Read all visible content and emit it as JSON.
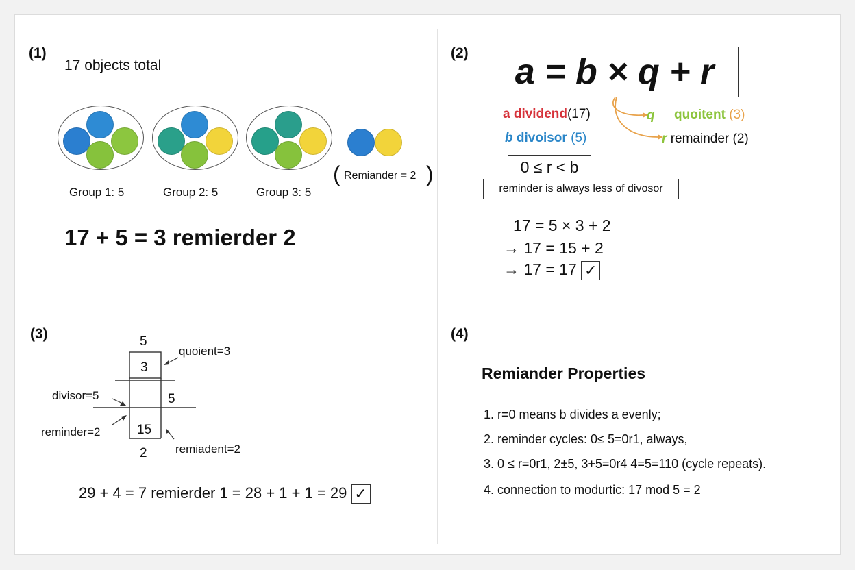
{
  "panel1": {
    "number": "(1)",
    "total_label": "17 objects total",
    "groups": [
      {
        "label": "Group 1: 5",
        "colors": [
          "#2e8bd4",
          "#2b7fd0",
          "#8cc63f",
          "#86c23c"
        ]
      },
      {
        "label": "Group 2: 5",
        "colors": [
          "#2e8bd4",
          "#2aa08a",
          "#f2d43a",
          "#86c23c"
        ]
      },
      {
        "label": "Group 3: 5",
        "colors": [
          "#2a9e8c",
          "#26a08a",
          "#f2d43a",
          "#86c23c"
        ]
      }
    ],
    "remainder_colors": [
      "#2b7fd0",
      "#f2d43a"
    ],
    "remainder_label": "Remiander = 2",
    "paren_open": "(",
    "paren_close": ")",
    "equation": "17 + 5 = 3 remierder 2"
  },
  "panel2": {
    "number": "(2)",
    "formula": "a = b × q + r",
    "dividend": {
      "symbol": "a",
      "word": "dividend",
      "value": "(17)",
      "color": "#d6323a"
    },
    "divisor": {
      "symbol": "b",
      "word": "divoisor",
      "value": "(5)",
      "color": "#2a86c8"
    },
    "quotient": {
      "symbol": "q",
      "word": "quoitent",
      "value": "(3)",
      "color": "#8cc43c",
      "value_color": "#e8a24a"
    },
    "remainder": {
      "symbol": "r",
      "word": "remainder (2)",
      "color": "#8cc43c"
    },
    "arrow_color": "#e8a24a",
    "inequality": "0 ≤ r < b",
    "inequality_note": "reminder is always less of divosor",
    "check_lines": [
      "17 = 5 × 3 + 2",
      "→ 17 = 15 + 2",
      "→ 17 = 17"
    ],
    "check_mark": "✓"
  },
  "panel3": {
    "number": "(3)",
    "top": "5",
    "cell_top": "3",
    "right": "5",
    "cell_bottom": "15",
    "bottom": "2",
    "label_quotient": "quoient=3",
    "label_divisor": "divisor=5",
    "label_reminder": "reminder=2",
    "label_remiadent": "remiadent=2",
    "equation": "29 + 4 = 7 remierder 1 = 28 + 1 + 1 = 29",
    "check_mark": "✓"
  },
  "panel4": {
    "number": "(4)",
    "title": "Remiander Properties",
    "items": [
      "1. r=0 means b divides a evenly;",
      "2. reminder cycles: 0≤ 5=0r1, always,",
      "3. 0 ≤ r=0r1, 2±5, 3+5=0r4 4=5=110 (cycle repeats).",
      "4. connection to modurtic: 17 mod 5 = 2"
    ]
  }
}
